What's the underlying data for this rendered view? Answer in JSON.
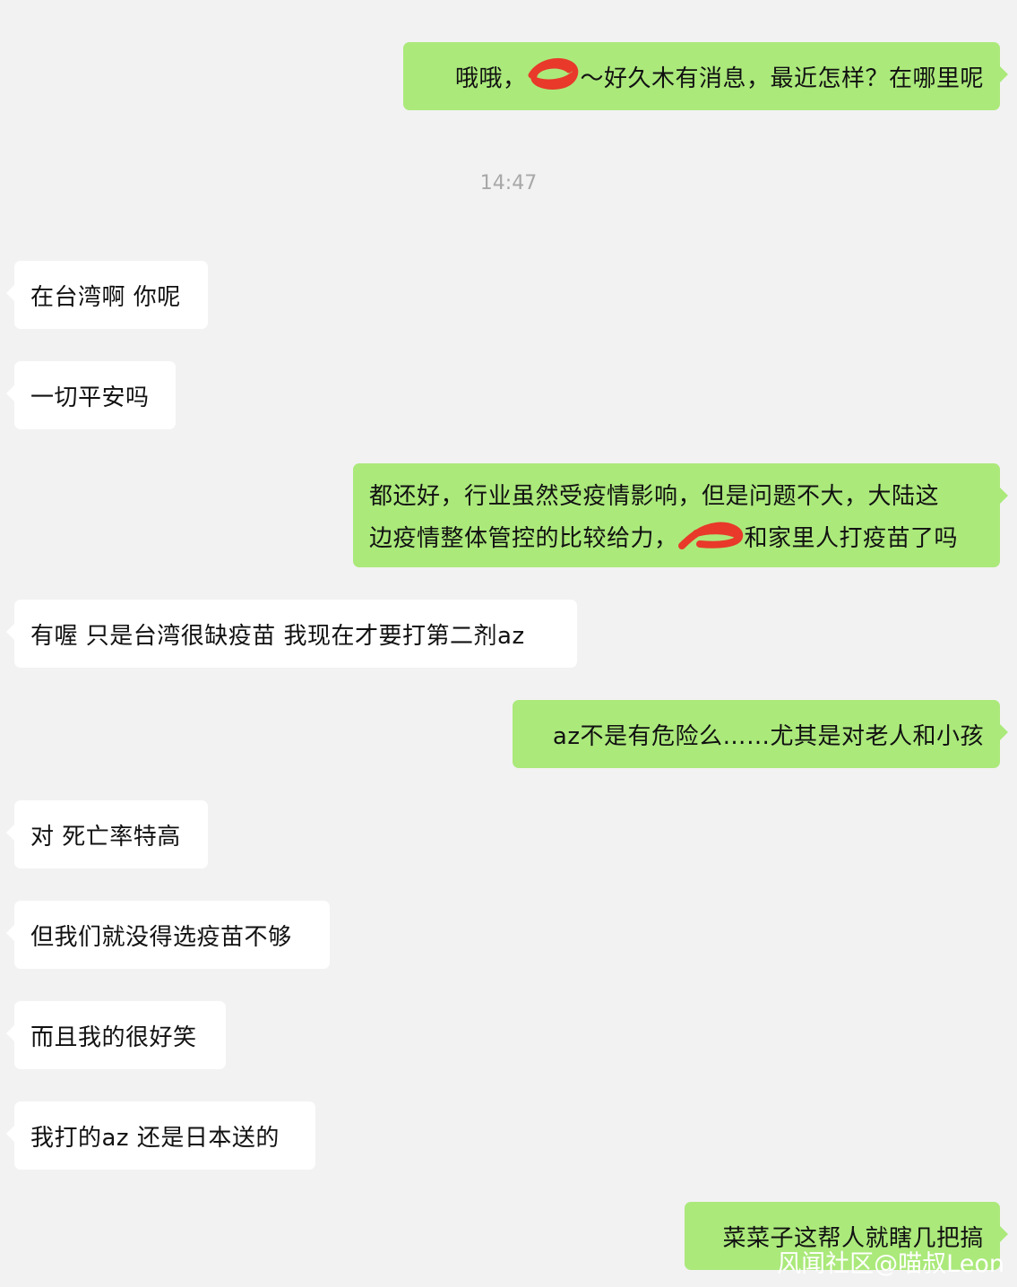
{
  "timestamp": "14:47",
  "messages": [
    {
      "side": "right",
      "pre": "哦哦，",
      "post": "～好久木有消息，最近怎样？在哪里呢"
    },
    {
      "side": "left",
      "text": "在台湾啊 你呢"
    },
    {
      "side": "left",
      "text": "一切平安吗"
    },
    {
      "side": "right",
      "line1": "都还好，行业虽然受疫情影响，但是问题不大，大陆这",
      "pre": "边疫情整体管控的比较给力，",
      "post": "和家里人打疫苗了吗"
    },
    {
      "side": "left",
      "text": "有喔 只是台湾很缺疫苗 我现在才要打第二剂az"
    },
    {
      "side": "right",
      "text": "az不是有危险么……尤其是对老人和小孩"
    },
    {
      "side": "left",
      "text": "对 死亡率特高"
    },
    {
      "side": "left",
      "text": "但我们就没得选疫苗不够"
    },
    {
      "side": "left",
      "text": "而且我的很好笑"
    },
    {
      "side": "left",
      "text": "我打的az 还是日本送的"
    },
    {
      "side": "right",
      "text": "菜菜子这帮人就瞎几把搞"
    }
  ],
  "watermark": "风闻社区@喵叔Leon",
  "colors": {
    "background": "#f2f2f2",
    "sent_bubble": "#abe97b",
    "received_bubble": "#ffffff",
    "redaction": "#e8392a"
  }
}
